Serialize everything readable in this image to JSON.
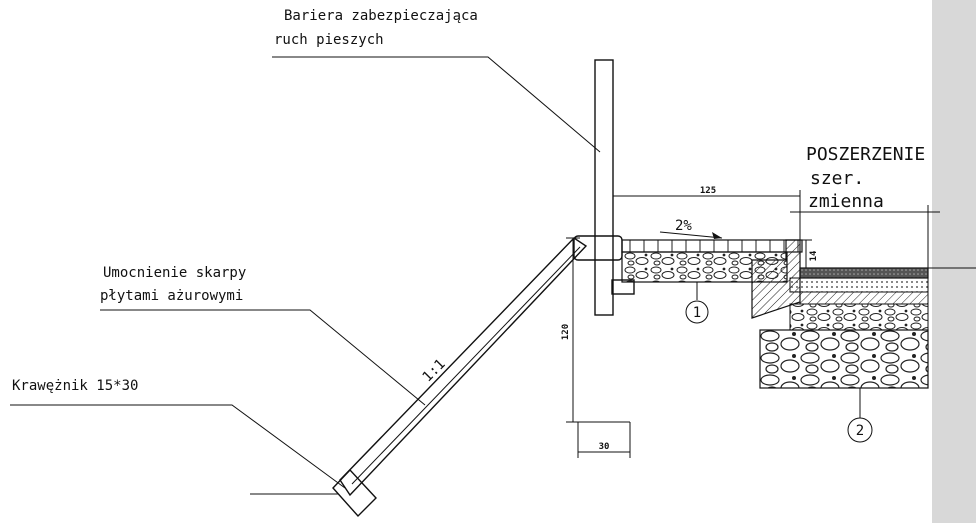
{
  "labels": {
    "barrier_line1": "Bariera zabezpieczająca",
    "barrier_line2": "ruch pieszych",
    "slope_line1": "Umocnienie skarpy",
    "slope_line2": "płytami ażurowymi",
    "curb": "Krawężnik 15*30",
    "widening_title": "POSZERZENIE",
    "widening_line2": "szer.",
    "widening_line3": "zmienna",
    "slope_ratio": "1:1",
    "grade": "2%"
  },
  "dimensions": {
    "width_125": "125",
    "height_120": "120",
    "width_30": "30",
    "thickness_14": "14"
  },
  "markers": {
    "layer_1": "1",
    "layer_2": "2"
  }
}
